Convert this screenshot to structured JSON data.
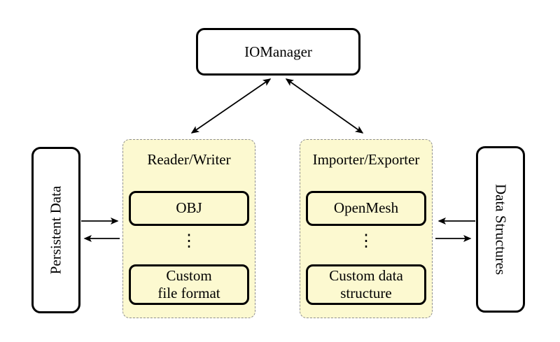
{
  "colors": {
    "background": "#ffffff",
    "group_fill": "#fcf9d0",
    "group_border": "#8f8f8f",
    "node_border": "#000000",
    "node_fill": "#ffffff",
    "arrow": "#000000",
    "text": "#000000"
  },
  "nodes": {
    "iomanager": "IOManager",
    "persistent_data": "Persistent Data",
    "data_structures": "Data Structures"
  },
  "groups": {
    "reader_writer": {
      "title": "Reader/Writer",
      "items": [
        "OBJ",
        "⋮",
        "Custom\nfile format"
      ]
    },
    "importer_exporter": {
      "title": "Importer/Exporter",
      "items": [
        "OpenMesh",
        "⋮",
        "Custom data\nstructure"
      ]
    }
  },
  "arrows": [
    {
      "name": "iomanager-readerwriter",
      "direction": "both"
    },
    {
      "name": "iomanager-importerexporter",
      "direction": "both"
    },
    {
      "name": "persistentdata-to-readerwriter",
      "direction": "right"
    },
    {
      "name": "readerwriter-to-persistentdata",
      "direction": "left"
    },
    {
      "name": "datastructures-to-importerexporter",
      "direction": "left"
    },
    {
      "name": "importerexporter-to-datastructures",
      "direction": "right"
    }
  ]
}
